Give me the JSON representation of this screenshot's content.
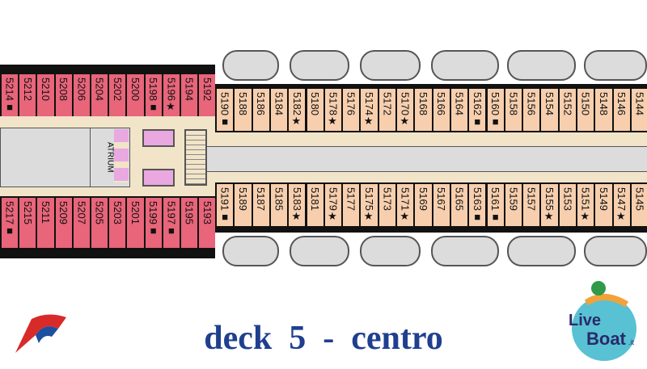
{
  "title": "deck  5  -  centro",
  "atrium_label": "ATRIUM",
  "colors": {
    "pink": "#e8657a",
    "orange": "#f7cfae",
    "corridor": "#f1e4c8",
    "title": "#1f3f8f"
  },
  "cabins": {
    "top_pink": [
      "5214■",
      "5212",
      "5210",
      "5208",
      "5206",
      "5204",
      "5202",
      "5200",
      "5198■",
      "5196★",
      "5194",
      "5192"
    ],
    "bottom_pink": [
      "5217■",
      "5215",
      "5211",
      "5209",
      "5207",
      "5205",
      "5203",
      "5201",
      "5199■",
      "5197■",
      "5195",
      "5193"
    ],
    "top_orange": [
      "5190■",
      "5188",
      "5186",
      "5184",
      "5182★",
      "5180",
      "5178★",
      "5176",
      "5174★",
      "5172",
      "5170★",
      "5168",
      "5166",
      "5164",
      "5162■",
      "5160■",
      "5158",
      "5156",
      "5154",
      "5152",
      "5150",
      "5148",
      "5146",
      "5144"
    ],
    "bottom_orange": [
      "5191■",
      "5189",
      "5187",
      "5185",
      "5183★",
      "5181",
      "5179★",
      "5177",
      "5175★",
      "5173",
      "5171★",
      "5169",
      "5167",
      "5165",
      "5163■",
      "5161■",
      "5159",
      "5157",
      "5155★",
      "5153",
      "5151★",
      "5149",
      "5147★",
      "5145"
    ]
  },
  "logos": {
    "left": "Carnival funnel logo",
    "right": "LiveBoat.it"
  }
}
